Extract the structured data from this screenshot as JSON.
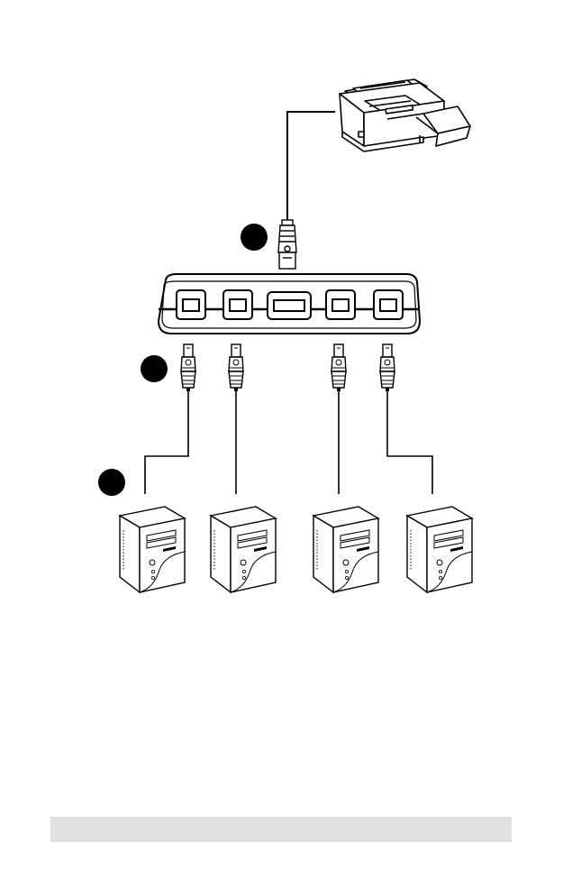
{
  "diagram": {
    "step_markers": [
      {
        "id": "step-marker-1",
        "label": ""
      },
      {
        "id": "step-marker-2",
        "label": ""
      },
      {
        "id": "step-marker-3",
        "label": ""
      }
    ],
    "devices": {
      "printer": "printer-icon",
      "switch": "usb-sharing-switch",
      "computers": [
        "computer-1",
        "computer-2",
        "computer-3",
        "computer-4"
      ]
    }
  },
  "footer": {
    "text": ""
  }
}
